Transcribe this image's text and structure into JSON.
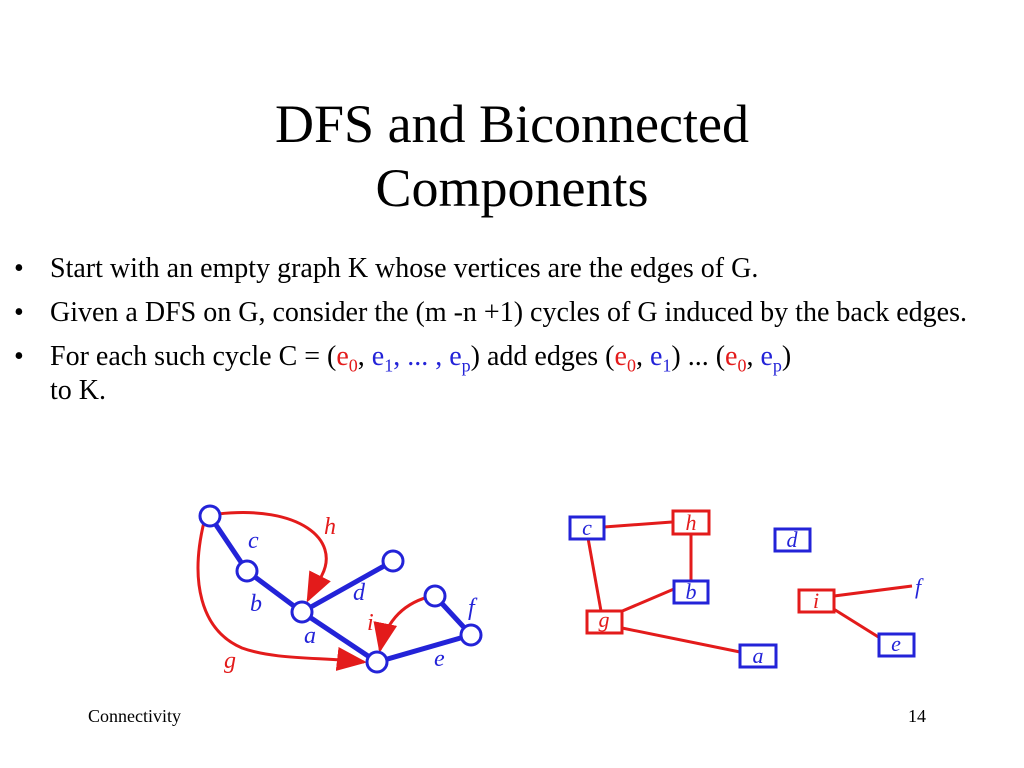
{
  "title": {
    "line1": "DFS and Biconnected",
    "line2": "Components"
  },
  "bullet_symbol": "•",
  "bullets": {
    "b1": "Start with an empty graph K whose vertices are the edges of G.",
    "b2": "Given a DFS on G, consider the (m -n +1)  cycles of G induced by the back edges.",
    "b3": {
      "t1": "For each such cycle C = (",
      "e": "e",
      "s0": "0",
      "s1": "1",
      "sp": "p",
      "comma": ", ",
      "dots": ", ... , ",
      "t2": ") add edges (",
      "t3": ")  ... (",
      "t4": ")",
      "t5": "to K."
    }
  },
  "colors": {
    "red": "#e31b1b",
    "blue": "#2323d8"
  },
  "graph_g": {
    "labels": {
      "a": "a",
      "b": "b",
      "c": "c",
      "d": "d",
      "e": "e",
      "f": "f",
      "g": "g",
      "h": "h",
      "i": "i"
    }
  },
  "graph_k": {
    "nodes": {
      "c": "c",
      "h": "h",
      "d": "d",
      "b": "b",
      "g": "g",
      "a": "a",
      "i": "i",
      "f": "f",
      "e": "e"
    }
  },
  "footer": {
    "left": "Connectivity",
    "right": "14"
  }
}
